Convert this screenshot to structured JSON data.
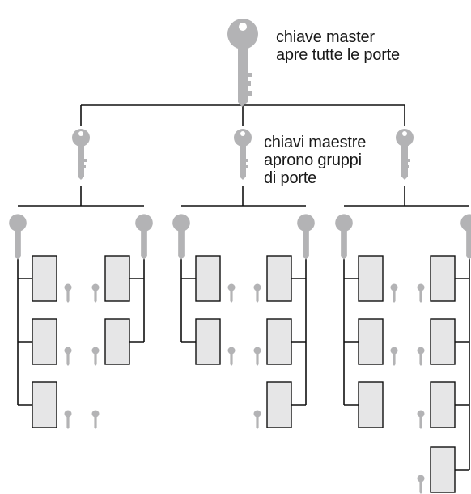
{
  "labels": {
    "master": [
      "chiave master",
      "apre tutte le porte"
    ],
    "group": [
      "chiavi maestre",
      "aprono gruppi",
      "di porte"
    ]
  },
  "colors": {
    "key_fill": "#b3b3b5",
    "line": "#111111",
    "door_fill": "#e6e6e7",
    "door_stroke": "#111111"
  },
  "icons": {
    "key": "key-icon",
    "door": "door-icon"
  }
}
